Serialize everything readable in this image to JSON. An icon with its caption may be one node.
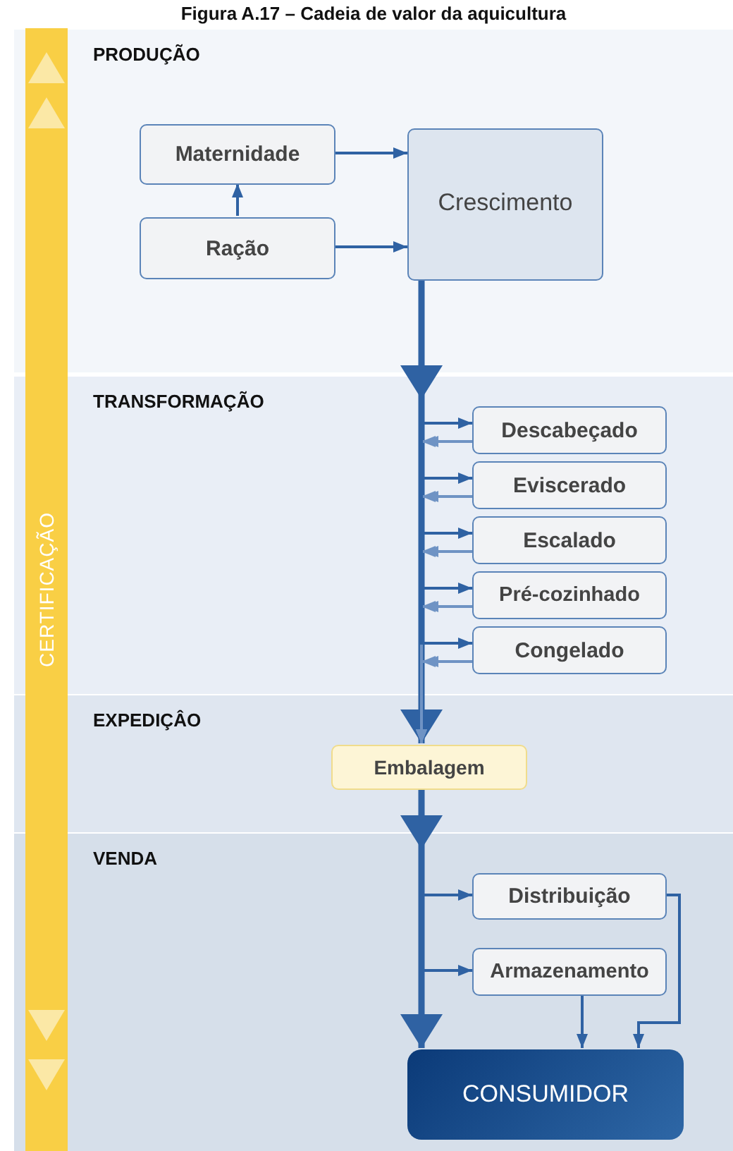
{
  "diagram": {
    "title": "Figura A.17 – Cadeia de valor da aquicultura",
    "nodes": [
      {
        "text": [
          "CERTIFICAÇÃO"
        ]
      },
      {
        "text": [
          "PRODUÇÃO"
        ]
      },
      {
        "text": [
          "Maternidade"
        ],
        "in": 1
      },
      {
        "text": [
          "Ração"
        ],
        "in": 1
      },
      {
        "text": [
          "Crescimento"
        ],
        "in": 1
      },
      {
        "text": [
          "TRANSFORMAÇÃO"
        ]
      },
      {
        "text": [
          "Descabeçado"
        ],
        "in": 5
      },
      {
        "text": [
          "Eviscerado"
        ],
        "in": 5
      },
      {
        "text": [
          "Escalado"
        ],
        "in": 5
      },
      {
        "text": [
          "Pré-cozinhado"
        ],
        "in": 5
      },
      {
        "text": [
          "Congelado"
        ],
        "in": 5
      },
      {
        "text": [
          "EXPEDIÇÂO"
        ]
      },
      {
        "text": [
          "Embalagem"
        ],
        "in": 11
      },
      {
        "text": [
          "VENDA"
        ]
      },
      {
        "text": [
          "Distribuição"
        ],
        "in": 13
      },
      {
        "text": [
          "Armazenamento"
        ],
        "in": 13
      },
      {
        "text": [
          "CONSUMIDOR"
        ],
        "in": 13
      }
    ],
    "edges": [
      {
        "from": 2,
        "to": 4,
        "arrow": "to"
      },
      {
        "from": 3,
        "to": 4,
        "arrow": "to"
      },
      {
        "from": 3,
        "to": 2,
        "arrow": "to"
      },
      {
        "from": 4,
        "to": 12,
        "arrow": "to",
        "style": "thick"
      },
      {
        "from": 4,
        "to": 6,
        "arrow": "to"
      },
      {
        "from": 6,
        "to": 12,
        "arrow": "to"
      },
      {
        "from": 4,
        "to": 7,
        "arrow": "to"
      },
      {
        "from": 7,
        "to": 12,
        "arrow": "to"
      },
      {
        "from": 4,
        "to": 8,
        "arrow": "to"
      },
      {
        "from": 8,
        "to": 12,
        "arrow": "to"
      },
      {
        "from": 4,
        "to": 9,
        "arrow": "to"
      },
      {
        "from": 9,
        "to": 12,
        "arrow": "to"
      },
      {
        "from": 4,
        "to": 10,
        "arrow": "to"
      },
      {
        "from": 10,
        "to": 12,
        "arrow": "to"
      },
      {
        "from": 12,
        "to": 16,
        "arrow": "to",
        "style": "thick"
      },
      {
        "from": 12,
        "to": 14,
        "arrow": "to"
      },
      {
        "from": 12,
        "to": 15,
        "arrow": "to"
      },
      {
        "from": 14,
        "to": 16,
        "arrow": "to"
      },
      {
        "from": 15,
        "to": 16,
        "arrow": "to"
      }
    ]
  }
}
